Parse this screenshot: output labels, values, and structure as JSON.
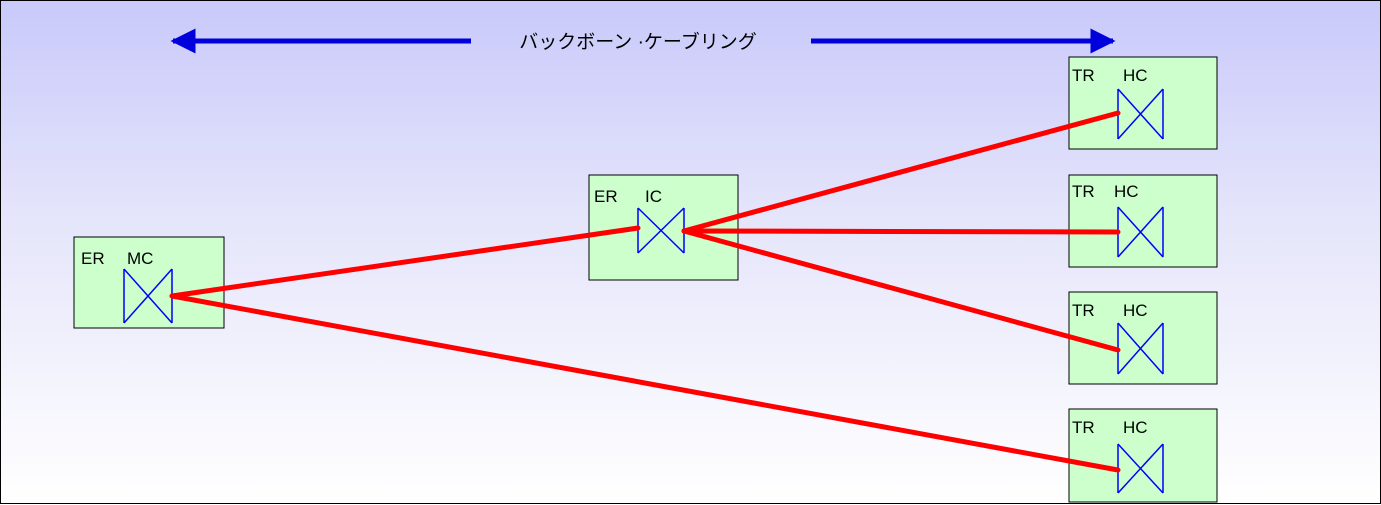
{
  "title": "バックボーン ·ケーブリング",
  "colors": {
    "background_top": "#c9c9fb",
    "background_bottom": "#ffffff",
    "box_fill": "#ccffcc",
    "cable": "#ff0000",
    "arrow": "#0000dd",
    "connector": "#0000ff"
  },
  "nodes": [
    {
      "id": "mc",
      "room": "ER",
      "type": "MC"
    },
    {
      "id": "ic",
      "room": "ER",
      "type": "IC"
    },
    {
      "id": "hc1",
      "room": "TR",
      "type": "HC"
    },
    {
      "id": "hc2",
      "room": "TR",
      "type": "HC"
    },
    {
      "id": "hc3",
      "room": "TR",
      "type": "HC"
    },
    {
      "id": "hc4",
      "room": "TR",
      "type": "HC"
    }
  ],
  "links": [
    {
      "from": "mc",
      "to": "ic"
    },
    {
      "from": "mc",
      "to": "hc4"
    },
    {
      "from": "ic",
      "to": "hc1"
    },
    {
      "from": "ic",
      "to": "hc2"
    },
    {
      "from": "ic",
      "to": "hc3"
    }
  ]
}
